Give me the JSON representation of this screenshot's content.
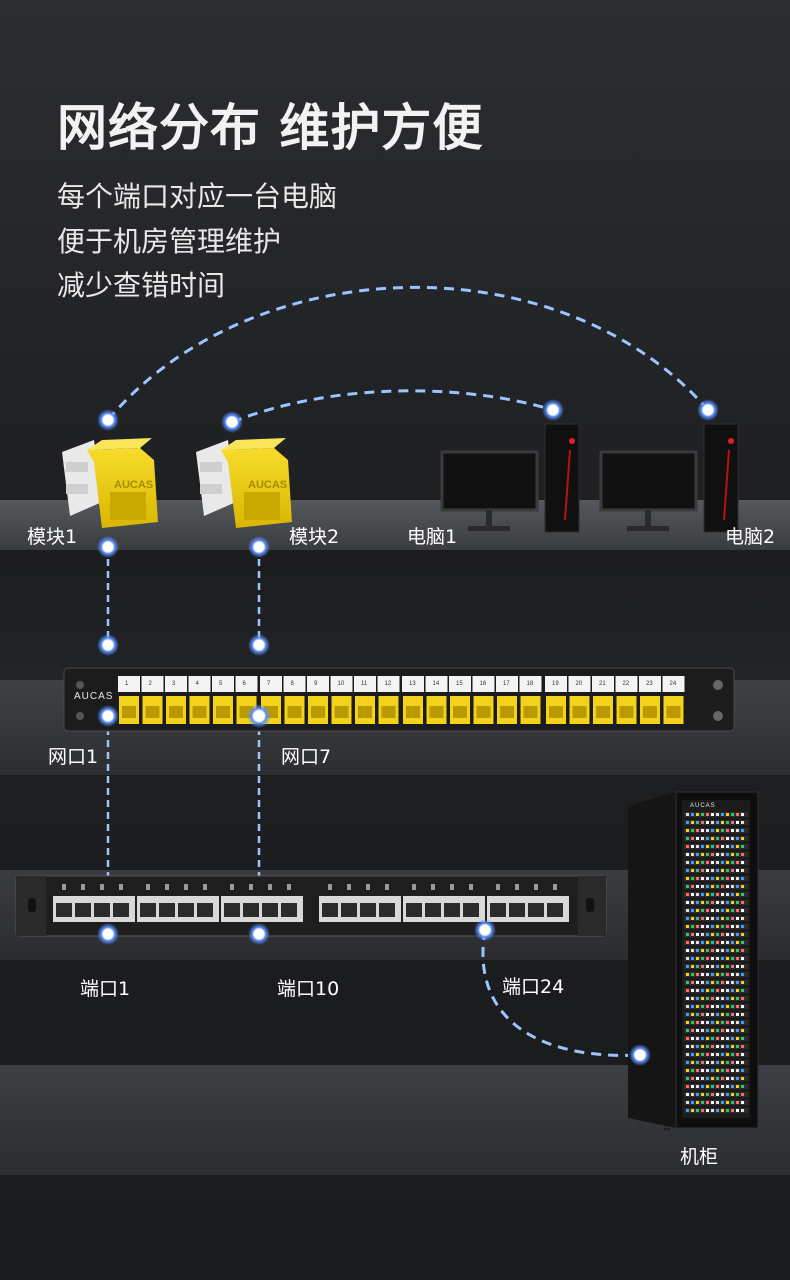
{
  "headline": "网络分布 维护方便",
  "sub_lines": [
    "每个端口对应一台电脑",
    "便于机房管理维护",
    "减少查错时间"
  ],
  "labels": {
    "module1": "模块1",
    "module2": "模块2",
    "pc1": "电脑1",
    "pc2": "电脑2",
    "port1": "网口1",
    "port7": "网口7",
    "jack1": "端口1",
    "jack10": "端口10",
    "jack24": "端口24",
    "cabinet": "机柜"
  },
  "brand": "AUCAS",
  "patch_panel_numbers": [
    "1",
    "2",
    "3",
    "4",
    "5",
    "6",
    "7",
    "8",
    "9",
    "10",
    "11",
    "12",
    "13",
    "14",
    "15",
    "16",
    "17",
    "18",
    "19",
    "20",
    "21",
    "22",
    "23",
    "24"
  ],
  "colors": {
    "accent_line": "#9cc4ff",
    "module_yellow": "#f2d21a",
    "node_glow": "#5b8fff"
  }
}
